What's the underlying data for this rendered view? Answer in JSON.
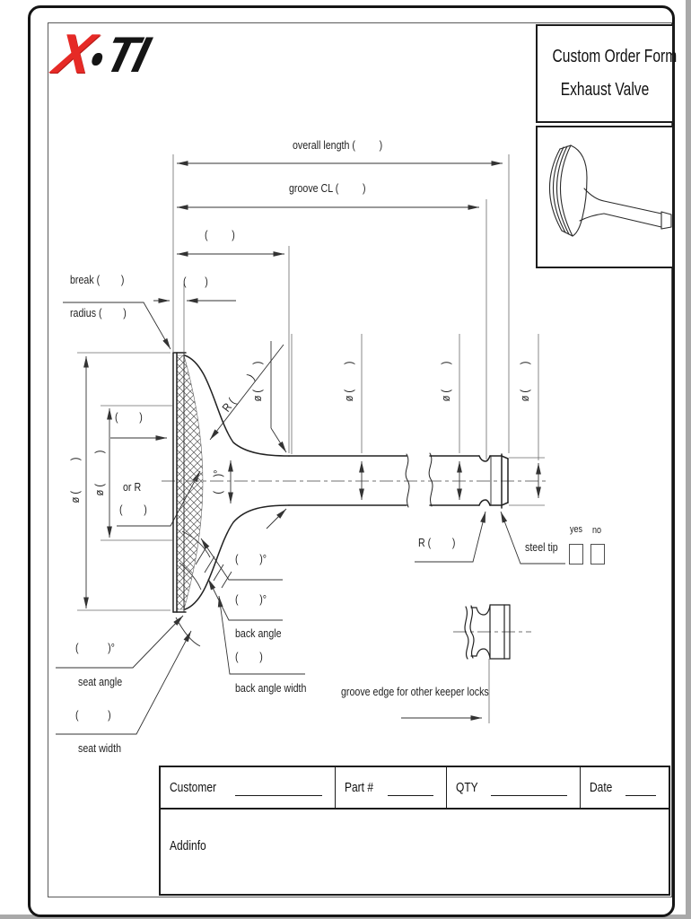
{
  "header": {
    "logo": {
      "x": "X",
      "ti": "TI"
    },
    "title_line1": "Custom Order Form",
    "title_line2": "Exhaust Valve"
  },
  "drawing": {
    "dims": {
      "overall_length": "overall length (         )",
      "groove_cl": "groove CL (         )",
      "head_to_neck": "(         )",
      "margin_width": "(       )",
      "break_label": "break (        )",
      "radius_label": "radius (        )",
      "head_diameter": "ø (           )",
      "seat_inner_diameter": "ø (           )",
      "head_edge": "(        )",
      "or_r": "or R",
      "or_r_value": "(        )",
      "fillet_radius": "R (          )",
      "neck_angle": "(     )°",
      "stem_dia_labels": [
        "ø (         )",
        "ø (         )",
        "ø (         )",
        "ø (         )"
      ],
      "tip_radius": "R (        )",
      "steel_tip": "steel tip",
      "yes": "yes",
      "no": "no",
      "seat_angle_value": "(           )°",
      "seat_angle": "seat angle",
      "seat_width_value": "(           )",
      "seat_width": "seat width",
      "back_angle_values": [
        "(        )°",
        "(        )°"
      ],
      "back_angle": "back angle",
      "back_angle_width_value": "(        )",
      "back_angle_width": "back angle width",
      "keeper_note": "groove edge for other keeper locks"
    }
  },
  "order_table": {
    "customer_label": "Customer",
    "part_label": "Part #",
    "qty_label": "QTY",
    "date_label": "Date",
    "addinfo_label": "Addinfo"
  },
  "colors": {
    "logo_red": "#e62a26",
    "line": "#333333"
  }
}
